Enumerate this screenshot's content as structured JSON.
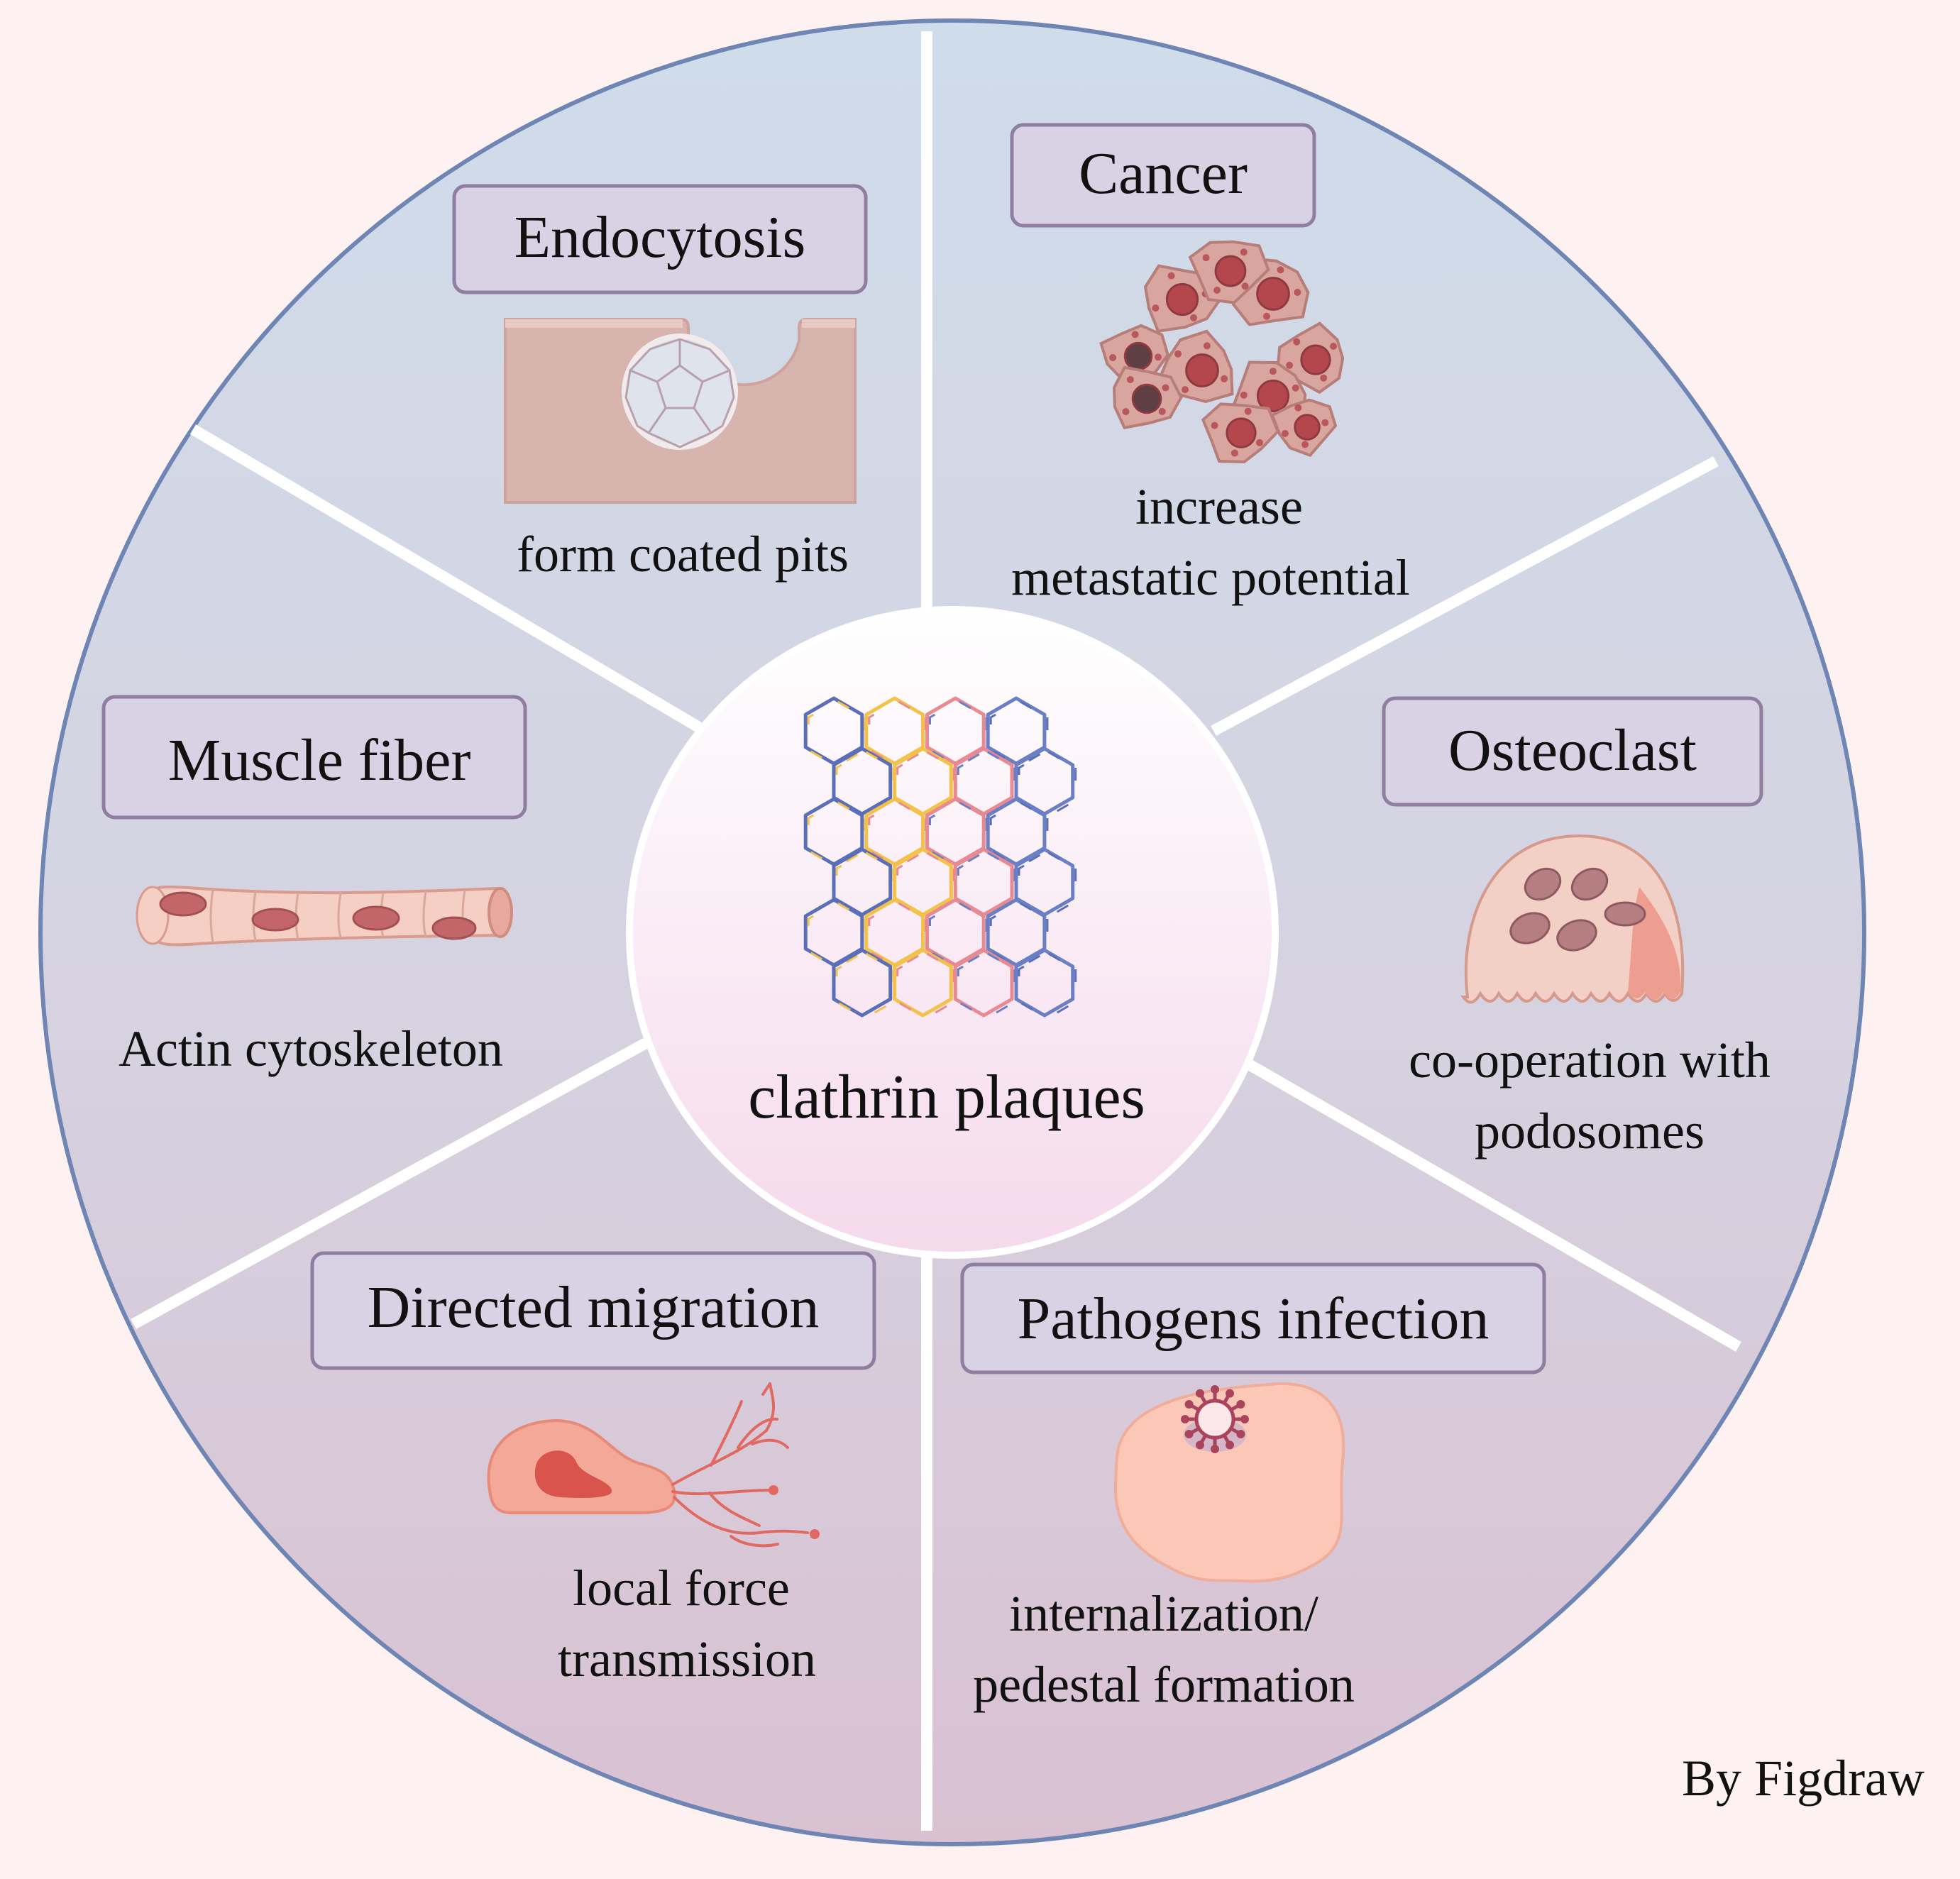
{
  "center": {
    "title": "clathrin plaques"
  },
  "sections": [
    {
      "id": "endocytosis",
      "title": "Endocytosis",
      "caption": [
        "form coated pits"
      ],
      "icon": "coated-pit-icon"
    },
    {
      "id": "cancer",
      "title": "Cancer",
      "caption": [
        "increase",
        "metastatic potential"
      ],
      "icon": "cancer-cell-cluster-icon"
    },
    {
      "id": "osteoclast",
      "title": "Osteoclast",
      "caption": [
        "co-operation with",
        "podosomes"
      ],
      "icon": "osteoclast-cell-icon"
    },
    {
      "id": "pathogens",
      "title": "Pathogens infection",
      "caption": [
        "internalization/",
        "pedestal formation"
      ],
      "icon": "virus-on-cell-icon"
    },
    {
      "id": "migration",
      "title": "Directed migration",
      "caption": [
        "local force",
        "transmission"
      ],
      "icon": "migrating-cell-icon"
    },
    {
      "id": "muscle",
      "title": "Muscle fiber",
      "caption": [
        "Actin cytoskeleton"
      ],
      "icon": "muscle-fiber-icon"
    }
  ],
  "credit": "By Figdraw",
  "colors": {
    "wheel_top": "#cfdcea",
    "wheel_bottom": "#d9c2d2",
    "wheel_edge": "#6f86b4",
    "box_fill": "#d9d2e4",
    "box_stroke": "#8f7ea0",
    "center_fill": "#fbeef5"
  }
}
